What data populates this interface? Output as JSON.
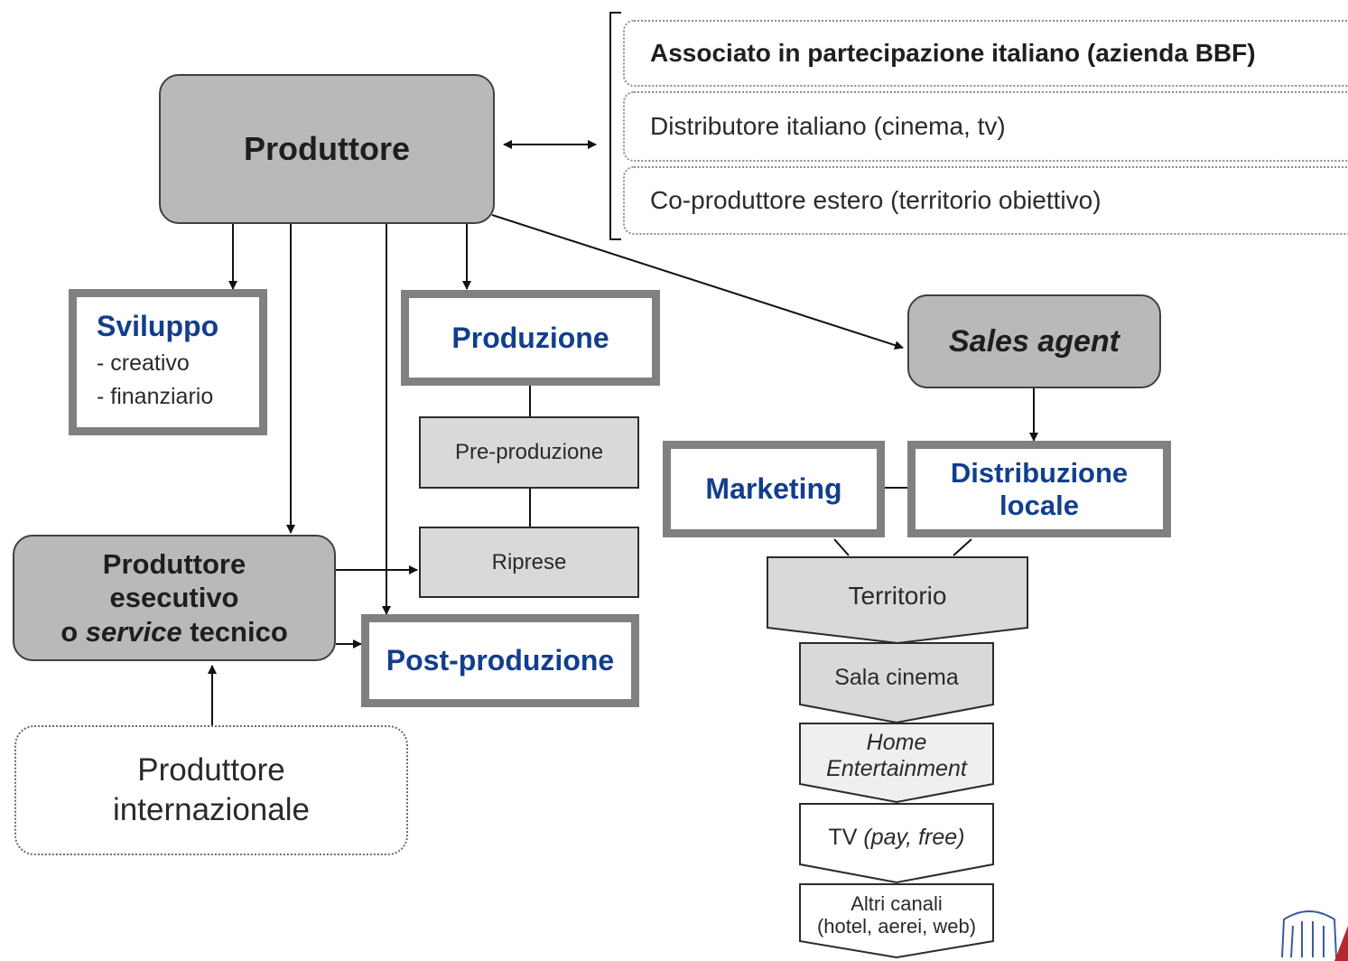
{
  "partners": [
    {
      "label": "Associato in partecipazione italiano (azienda BBF)",
      "bold": true
    },
    {
      "label": "Distributore italiano (cinema, tv)",
      "bold": false
    },
    {
      "label": "Co-produttore estero (territorio obiettivo)",
      "bold": false
    }
  ],
  "produttore": "Produttore",
  "sviluppo": {
    "title": "Sviluppo",
    "items": [
      "- creativo",
      "- finanziario"
    ]
  },
  "produzione": "Produzione",
  "pre_produzione": "Pre-produzione",
  "riprese": "Riprese",
  "post_produzione": "Post-produzione",
  "produttore_esecutivo": {
    "line1": "Produttore",
    "line2": "esecutivo",
    "line3_prefix": "o ",
    "line3_italic": "service",
    "line3_suffix": " tecnico"
  },
  "produttore_internazionale": {
    "line1": "Produttore",
    "line2": "internazionale"
  },
  "sales_agent": "Sales agent",
  "marketing": "Marketing",
  "distribuzione_locale": {
    "line1": "Distribuzione",
    "line2": "locale"
  },
  "funnel": {
    "territorio": "Territorio",
    "sala_cinema": "Sala cinema",
    "home_entertainment": {
      "line1": "Home",
      "line2": "Entertainment"
    },
    "tv": {
      "prefix": "TV ",
      "italic": "(pay, free)"
    },
    "altri_canali": {
      "line1": "Altri canali",
      "line2": "(hotel, aerei, web)"
    }
  },
  "colors": {
    "blue_title": "#123f8c",
    "box_grey": "#b9b9bb",
    "box_light": "#d9d9d9",
    "border_grey": "#808080"
  }
}
